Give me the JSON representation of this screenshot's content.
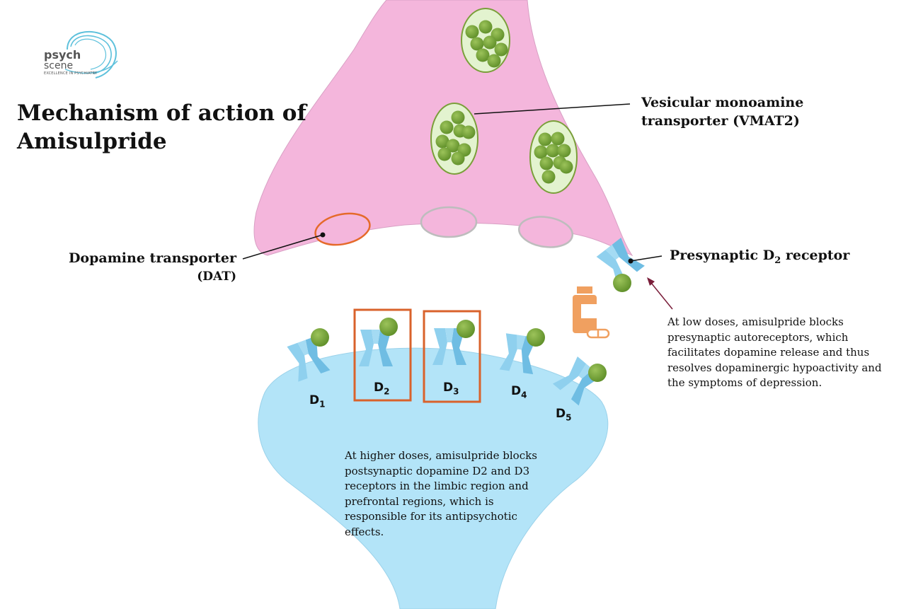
{
  "logo": {
    "line1": "psych",
    "line2": "scene",
    "tagline": "EXCELLENCE IN PSYCHIATRY"
  },
  "title": "Mechanism of action of Amisulpride",
  "labels": {
    "vmat": "Vesicular monoamine transporter (VMAT2)",
    "dat_line1": "Dopamine transporter",
    "dat_line2": "(DAT)",
    "presynaptic_prefix": "Presynaptic D",
    "presynaptic_sub": "2",
    "presynaptic_suffix": " receptor"
  },
  "receptors": [
    {
      "letter": "D",
      "sub": "1"
    },
    {
      "letter": "D",
      "sub": "2"
    },
    {
      "letter": "D",
      "sub": "3"
    },
    {
      "letter": "D",
      "sub": "4"
    },
    {
      "letter": "D",
      "sub": "5"
    }
  ],
  "notes": {
    "low_dose": "At low doses, amisulpride blocks presynaptic autoreceptors, which facilitates dopamine release and thus resolves dopaminergic hypoactivity and the symptoms of depression.",
    "high_dose": "At higher doses, amisulpride blocks postsynaptic dopamine D2 and D3 receptors in the limbic region and prefrontal regions, which is responsible for its antipsychotic effects."
  },
  "colors": {
    "presynaptic_neuron": "#f4b6dc",
    "postsynaptic_neuron": "#b3e4f8",
    "receptor": "#8fd0ee",
    "dopamine": "#6f9e32",
    "vesicle_fill": "#e3f3cf",
    "transporter_outline": "#e56a2a",
    "highlight_box": "#d9622b",
    "drug": "#f0a060",
    "arrow": "#7a1e3a"
  }
}
